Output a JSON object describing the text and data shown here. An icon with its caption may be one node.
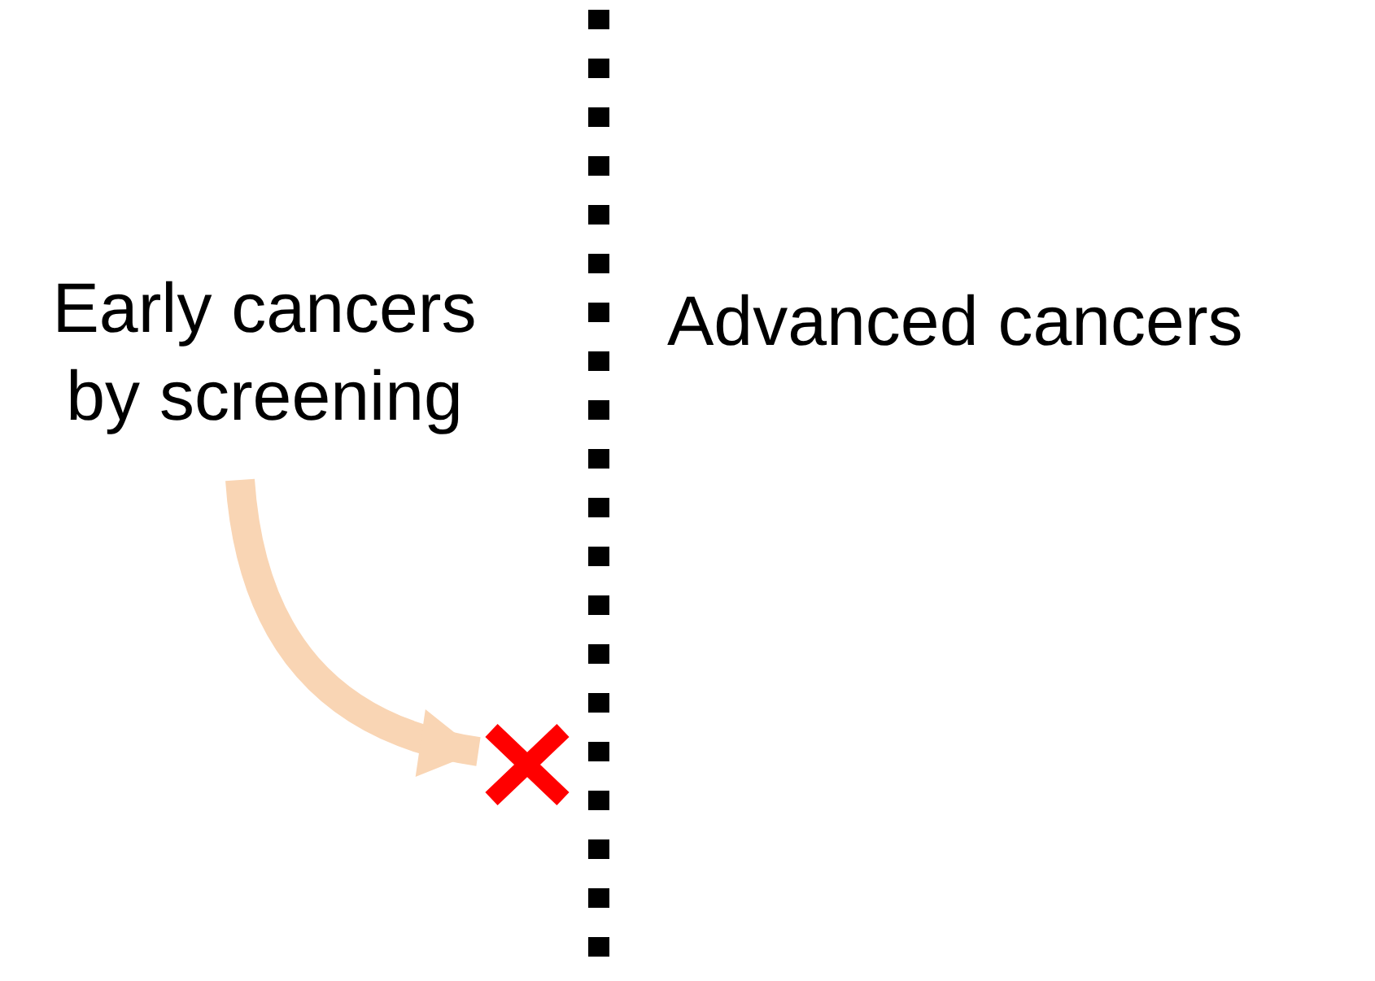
{
  "diagram": {
    "nodes": [
      {
        "text": [
          "Early cancers by screening"
        ]
      },
      {
        "text": [],
        "shape": "cross"
      }
    ],
    "edges": [
      {
        "from": 0,
        "to": 1,
        "arrow": "to"
      }
    ],
    "labels": [
      "Advanced cancers"
    ]
  }
}
